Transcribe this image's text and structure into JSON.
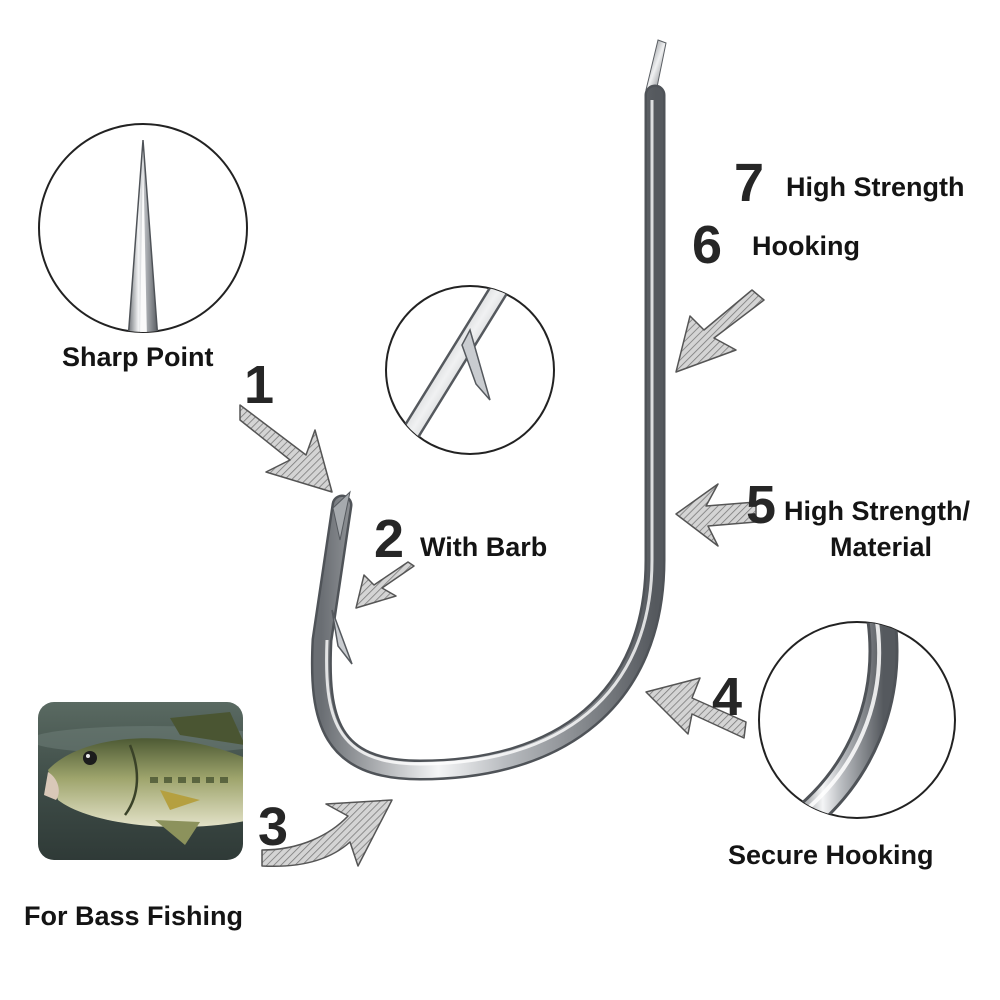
{
  "callouts": [
    {
      "number": "1",
      "label": "Sharp Point"
    },
    {
      "number": "2",
      "label": "With Barb"
    },
    {
      "number": "3",
      "label": "For Bass Fishing"
    },
    {
      "number": "4",
      "label": "Secure Hooking"
    },
    {
      "number": "5",
      "label": "High Strength/",
      "label_line2": "Material"
    },
    {
      "number": "6",
      "label": "Hooking"
    },
    {
      "number": "7",
      "label": "High Strength"
    }
  ],
  "icons": {
    "hook": "fishing-hook",
    "arrow": "hatched-arrow",
    "fish": "bass-fish-photo"
  },
  "colors": {
    "steel_dark": "#5f6368",
    "steel_light": "#e6e8ea",
    "arrow_fill": "#d9d9d9",
    "circle_border": "#222222"
  }
}
